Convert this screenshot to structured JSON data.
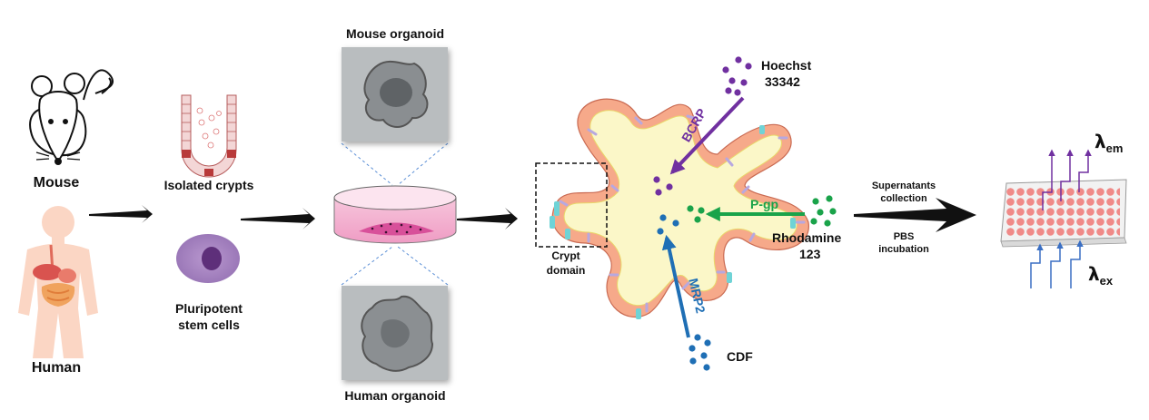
{
  "sources": {
    "mouse": "Mouse",
    "human": "Human"
  },
  "origins": {
    "isolated_crypts": "Isolated crypts",
    "psc_line1": "Pluripotent",
    "psc_line2": "stem cells"
  },
  "culture": {
    "mouse_organoid": "Mouse organoid",
    "human_organoid": "Human organoid"
  },
  "organoid": {
    "crypt_line1": "Crypt",
    "crypt_line2": "domain"
  },
  "substrates": {
    "hoechst_line1": "Hoechst",
    "hoechst_line2": "33342",
    "rhodamine_line1": "Rhodamine",
    "rhodamine_line2": "123",
    "cdf": "CDF"
  },
  "transporters": {
    "bcrp": "BCRP",
    "pgp": "P-gp",
    "mrp2": "MRP2"
  },
  "process": {
    "supernatants_line1": "Supernatants",
    "supernatants_line2": "collection",
    "pbs_line1": "PBS",
    "pbs_line2": "incubation"
  },
  "readout": {
    "lambda": "λ",
    "em": "em",
    "ex": "ex"
  },
  "colors": {
    "bcrp": "#7030a0",
    "pgp": "#1aa34a",
    "mrp2": "#1f6fb5",
    "well": "#f08a88",
    "lumen": "#fbf7c8",
    "epithelium": "#f6a98a",
    "arrow": "#111111"
  }
}
